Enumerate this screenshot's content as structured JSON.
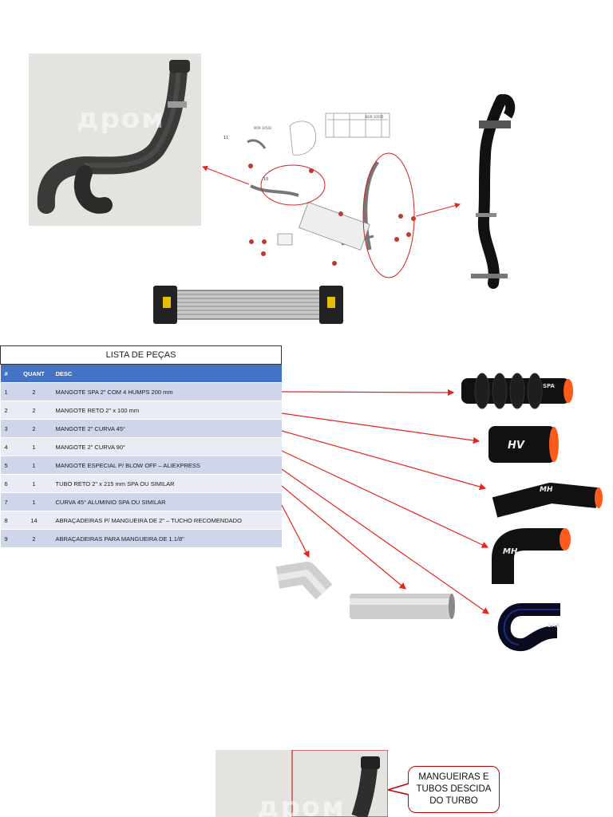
{
  "parts_list": {
    "title": "LISTA DE PEÇAS",
    "headers": [
      "#",
      "QUANT",
      "DESC"
    ],
    "rows": [
      [
        "1",
        "2",
        "MANGOTE SPA 2\" COM 4 HUMPS 200 mm"
      ],
      [
        "2",
        "2",
        "MANGOTE RETO 2\" x 100 mm"
      ],
      [
        "3",
        "2",
        "MANGOTE 2\" CURVA 45°"
      ],
      [
        "4",
        "1",
        "MANGOTE 2\" CURVA 90°"
      ],
      [
        "5",
        "1",
        "MANGOTE ESPECIAL P/ BLOW OFF – ALIEXPRESS"
      ],
      [
        "6",
        "1",
        "TUBO RETO 2\" x 215 mm SPA OU SIMILAR"
      ],
      [
        "7",
        "1",
        "CURVA 45° ALUMINIO SPA OU SIMILAR"
      ],
      [
        "8",
        "14",
        "ABRAÇADEIRAS P/ MANGUEIRA DE 2\" – TUCHO RECOMENDADO"
      ],
      [
        "9",
        "2",
        "ABRAÇADEIRAS PARA MANGUEIRA DE 1.1/8\""
      ]
    ]
  },
  "diagram": {
    "labels": [
      "BOR 10502",
      "BOR 10505",
      "11",
      "10"
    ]
  },
  "watermarks": {
    "top_photo": "дром",
    "bottom_photo": "дром"
  },
  "hose_brands": {
    "hose1": "SPA",
    "hose2": "HV",
    "hose3": "MH",
    "hose4": "MH",
    "hose5": "SAK"
  },
  "callout": {
    "text": "MANGUEIRAS E TUBOS DESCIDA DO TURBO"
  },
  "colors": {
    "arrow": "#e8231e",
    "table_header": "#4472c4",
    "row_odd": "#cfd6ea",
    "row_even": "#e9ecf5",
    "hose_accent": "#ff5a1a"
  }
}
